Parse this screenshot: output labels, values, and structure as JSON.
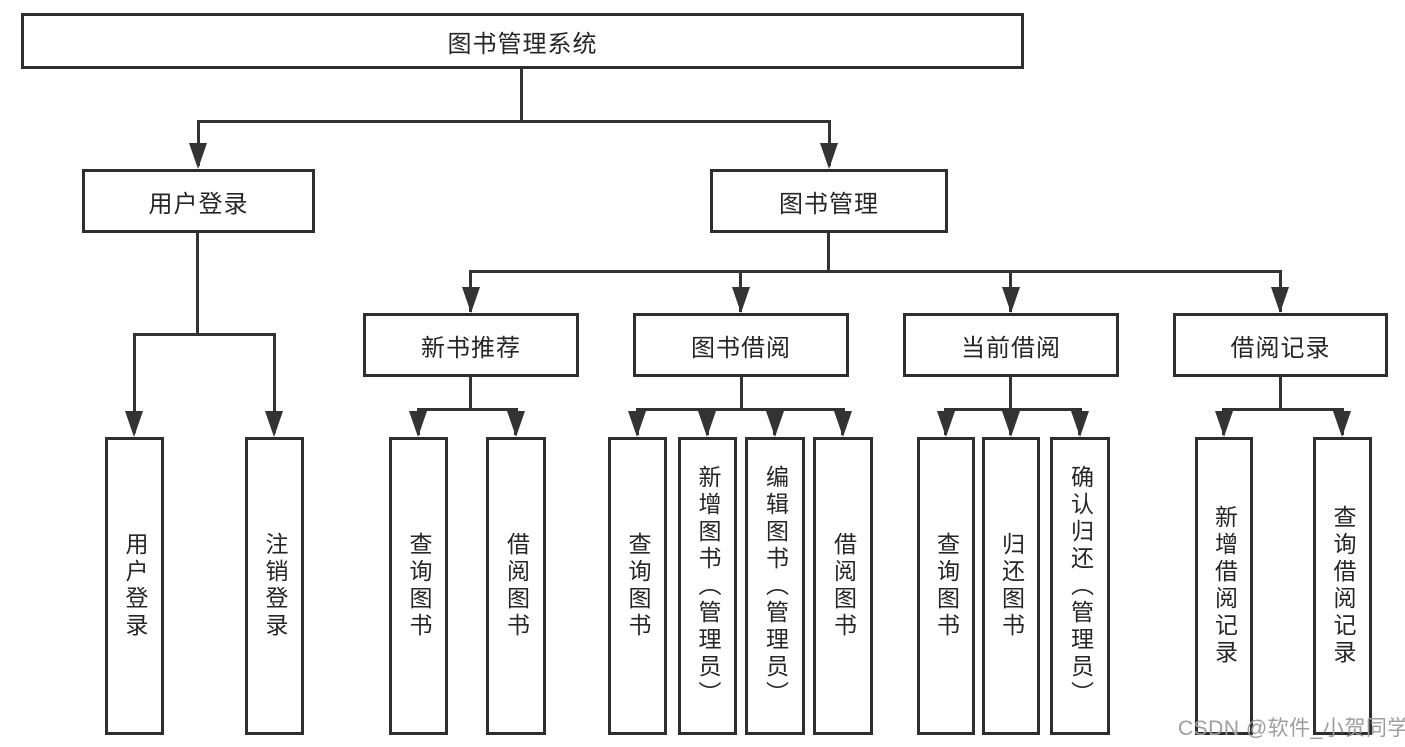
{
  "root": {
    "label": "图书管理系统"
  },
  "branches": {
    "user_login": {
      "label": "用户登录",
      "children": [
        "用户登录",
        "注销登录"
      ]
    },
    "book_mgmt": {
      "label": "图书管理",
      "sections": {
        "new_books": {
          "label": "新书推荐",
          "children": [
            "查询图书",
            "借阅图书"
          ]
        },
        "book_borrow": {
          "label": "图书借阅",
          "children": [
            "查询图书",
            "新增图书（管理员）",
            "编辑图书（管理员）",
            "借阅图书"
          ]
        },
        "current_borrow": {
          "label": "当前借阅",
          "children": [
            "查询图书",
            "归还图书",
            "确认归还（管理员）"
          ]
        },
        "borrow_records": {
          "label": "借阅记录",
          "children": [
            "新增借阅记录",
            "查询借阅记录"
          ]
        }
      }
    }
  },
  "watermark": "CSDN @软件_小贺同学",
  "colors": {
    "line": "#333333",
    "border": "#2e2e2e",
    "text": "#262626",
    "watermark": "#9e9e9e",
    "background": "#ffffff"
  }
}
